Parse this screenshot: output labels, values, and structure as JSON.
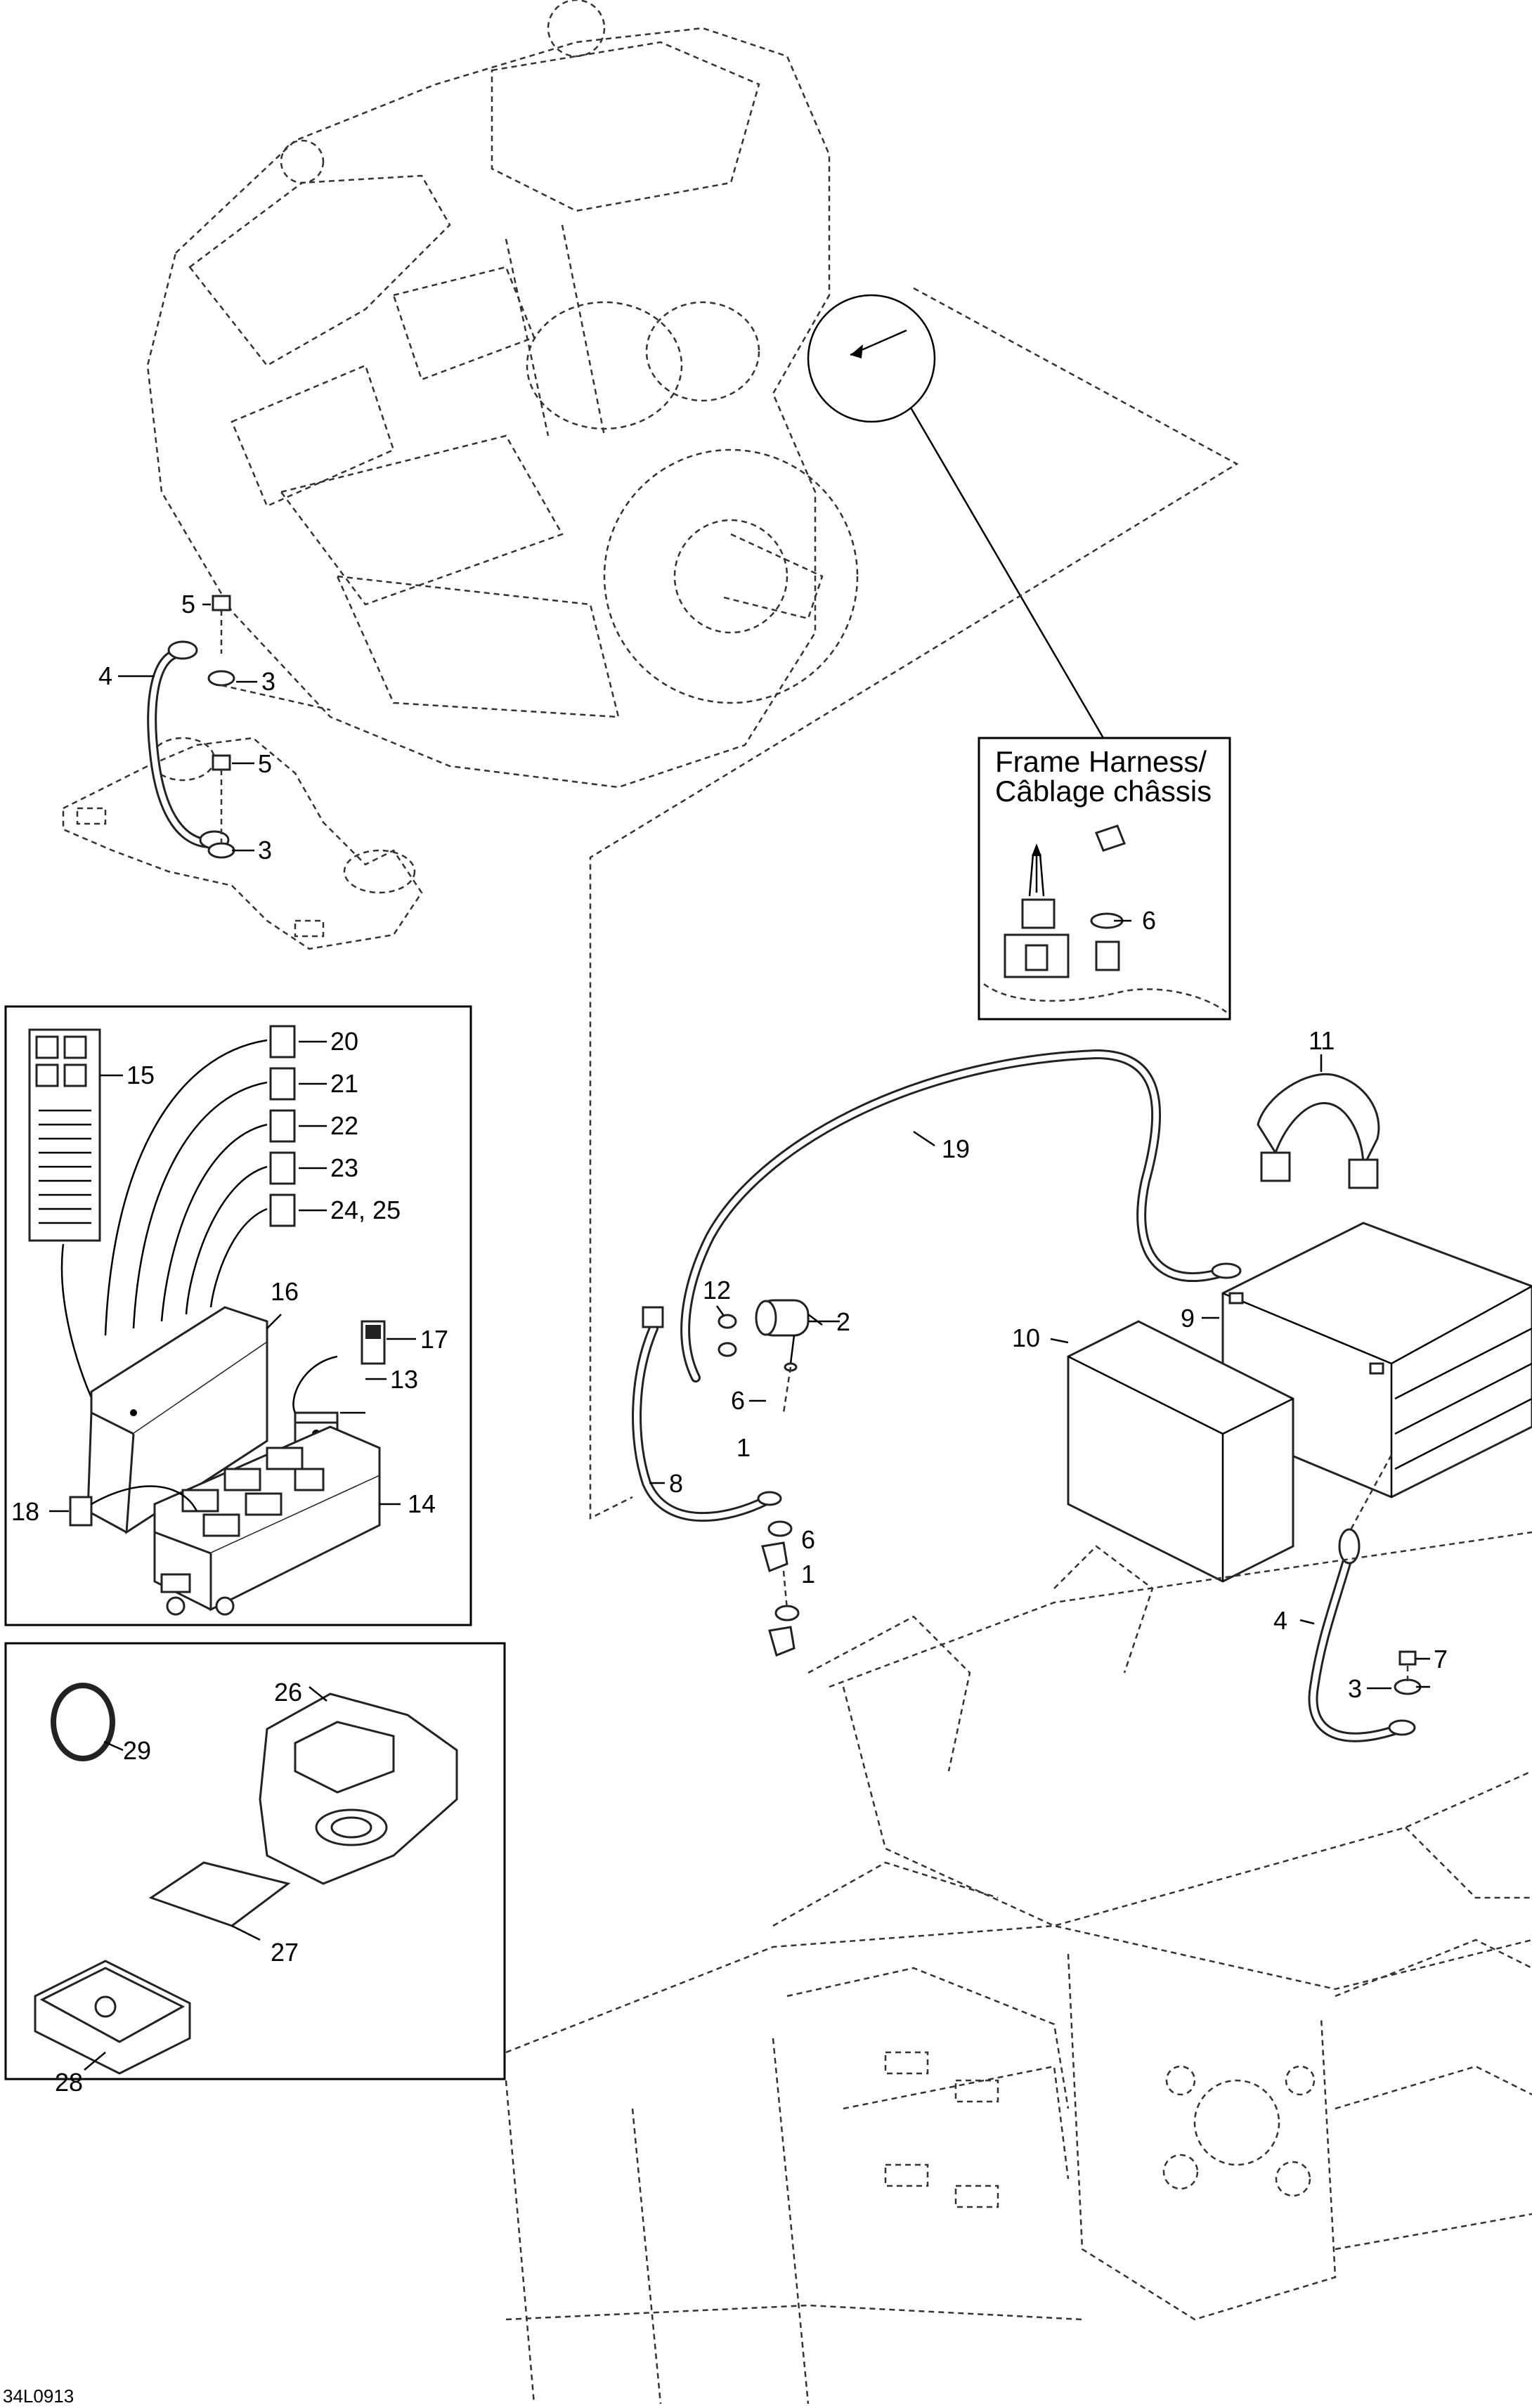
{
  "inset": {
    "title_line1": "Frame Harness/",
    "title_line2": "Câblage châssis"
  },
  "callouts": {
    "c1a": "1",
    "c1b": "1",
    "c2": "2",
    "c3a": "3",
    "c3b": "3",
    "c3c": "3",
    "c4a": "4",
    "c4b": "4",
    "c5a": "5",
    "c5b": "5",
    "c6a": "6",
    "c6b": "6",
    "c6c": "6",
    "c7": "7",
    "c8": "8",
    "c9": "9",
    "c10": "10",
    "c11": "11",
    "c12": "12",
    "c13": "13",
    "c14": "14",
    "c15": "15",
    "c16": "16",
    "c17": "17",
    "c18": "18",
    "c19": "19",
    "c20": "20",
    "c21": "21",
    "c22": "22",
    "c23": "23",
    "c24": "24, 25",
    "c26": "26",
    "c27": "27",
    "c28": "28",
    "c29": "29"
  },
  "reference_code": "34L0913"
}
